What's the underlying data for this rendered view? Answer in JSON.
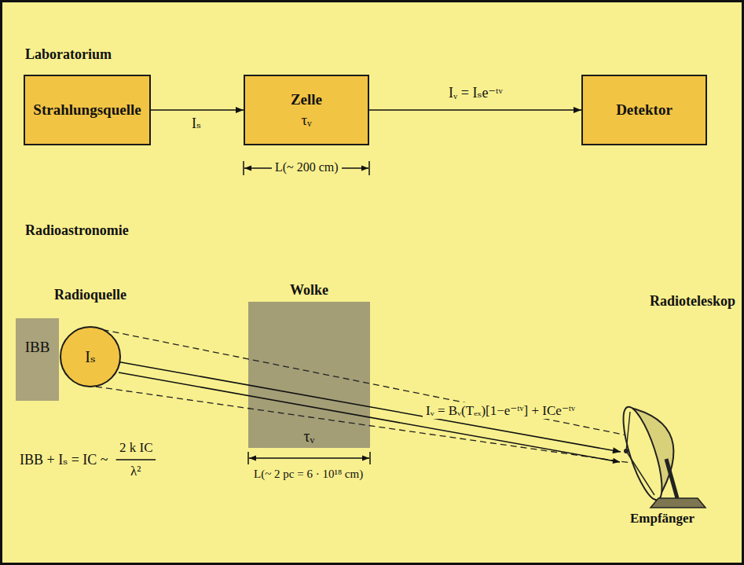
{
  "diagram": {
    "nodes": [
      {
        "text": [
          "Strahlungsquelle"
        ]
      },
      {
        "text": [
          "Zelle",
          "τᵥ"
        ]
      },
      {
        "text": [
          "Detektor"
        ]
      },
      {
        "text": [
          "IBB"
        ]
      },
      {
        "text": [
          "Radioquelle",
          "Iₛ"
        ]
      },
      {
        "text": [
          "Wolke",
          "τᵥ"
        ]
      },
      {
        "text": [
          "Radioteleskop",
          "Empfänger"
        ]
      }
    ],
    "edges": [
      {
        "from": 0,
        "to": 1,
        "arrow": "to",
        "label": "Iₛ"
      },
      {
        "from": 1,
        "to": 2,
        "arrow": "to",
        "label": "Iᵥ = Iₛe⁻ᵗᵛ"
      },
      {
        "from": 4,
        "to": 6,
        "arrow": "to",
        "label": "Iᵥ = Bᵥ(Tₑₓ)[1−e⁻ᵗᵛ] + ICe⁻ᵗᵛ"
      }
    ],
    "labels": [
      "Laboratorium",
      "L(~ 200 cm)",
      "Radioastronomie",
      "L(~ 2 pc = 6 · 10¹⁸ cm)",
      "IBB + Iₛ = IC ~",
      "2 k IC",
      "λ²"
    ]
  }
}
